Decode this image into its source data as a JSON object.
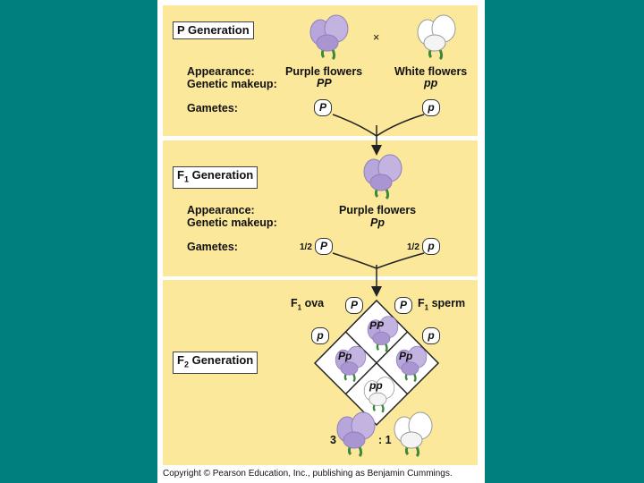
{
  "p_generation": {
    "title": "P Generation",
    "cross_symbol": "×",
    "appearance_label": "Appearance:",
    "genetic_label": "Genetic makeup:",
    "gametes_label": "Gametes:",
    "purple_label": "Purple flowers",
    "purple_genotype": "PP",
    "white_label": "White flowers",
    "white_genotype": "pp",
    "gamete_left": "P",
    "gamete_right": "p"
  },
  "f1_generation": {
    "title_prefix": "F",
    "title_sub": "1",
    "title_rest": " Generation",
    "appearance_label": "Appearance:",
    "genetic_label": "Genetic makeup:",
    "gametes_label": "Gametes:",
    "purple_label": "Purple flowers",
    "genotype": "Pp",
    "half_left": "1/2",
    "half_right": "1/2",
    "gamete_left": "P",
    "gamete_right": "p"
  },
  "f2_generation": {
    "title_prefix": "F",
    "title_sub": "2",
    "title_rest": " Generation",
    "ova_prefix": "F",
    "ova_sub": "1",
    "ova_rest": " ova",
    "sperm_prefix": "F",
    "sperm_sub": "1",
    "sperm_rest": " sperm",
    "ova_top": "P",
    "ova_bottom": "p",
    "sperm_top": "P",
    "sperm_bottom": "p",
    "cell_top": "PP",
    "cell_left": "Pp",
    "cell_right": "Pp",
    "cell_bottom": "pp",
    "ratio_left": "3",
    "ratio_right": ": 1"
  },
  "colors": {
    "background": "#007f7f",
    "panel": "#fbe89a",
    "purple_flower": "#b7a6d9",
    "white_flower": "#ffffff"
  },
  "copyright": "Copyright © Pearson Education, Inc., publishing as Benjamin Cummings."
}
